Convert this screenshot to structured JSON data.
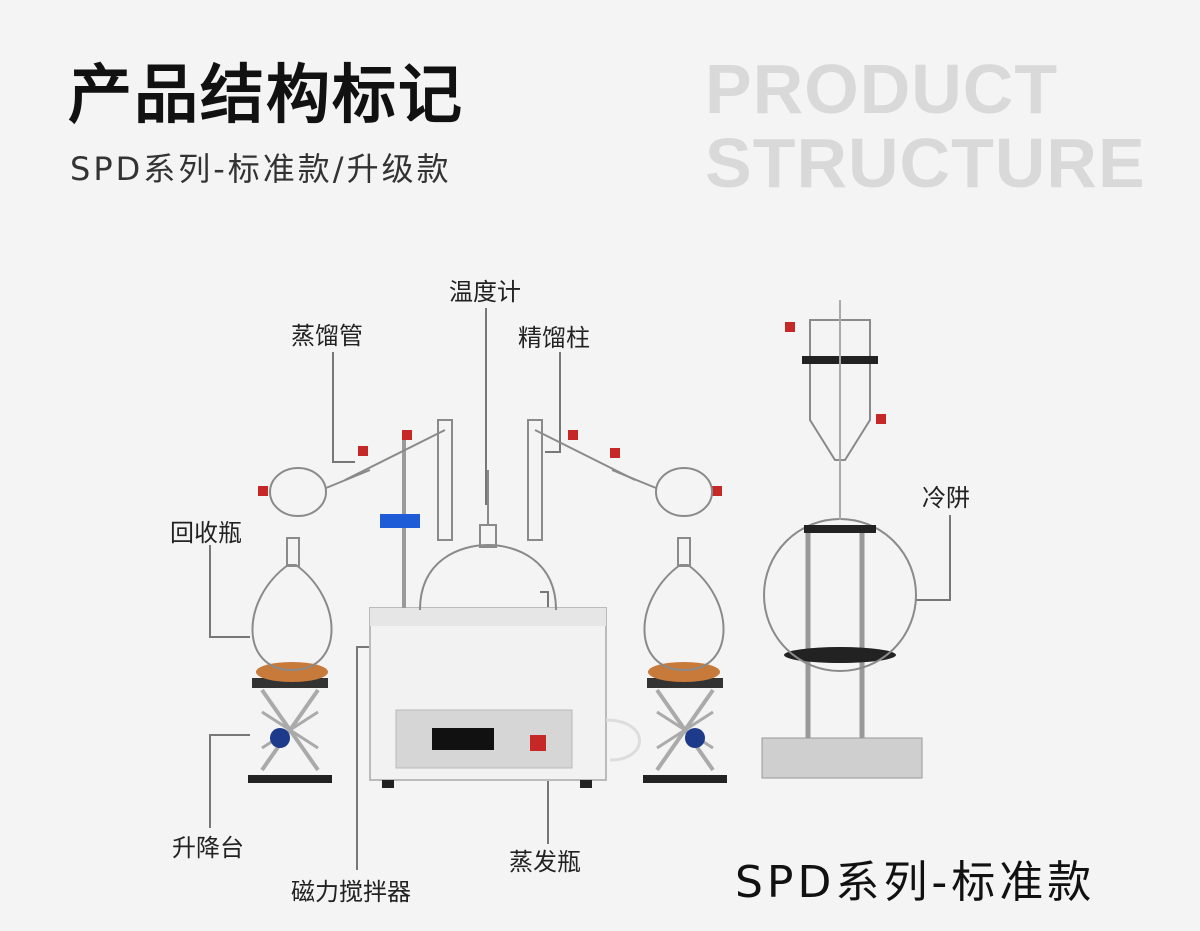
{
  "header": {
    "title_cn": "产品结构标记",
    "subtitle": "SPD系列-标准款/升级款",
    "title_en_line1": "PRODUCT",
    "title_en_line2": "STRUCTURE"
  },
  "labels": {
    "distill_tube": "蒸馏管",
    "thermometer": "温度计",
    "column": "精馏柱",
    "receiver": "回收瓶",
    "cold_trap": "冷阱",
    "lift": "升降台",
    "stirrer": "磁力搅拌器",
    "flask": "蒸发瓶"
  },
  "model": "SPD系列-标准款",
  "colors": {
    "accent_red": "#c62828",
    "glass": "#8a8a8a",
    "cork": "#c87a3a",
    "blue_clamp": "#1e5bd6",
    "steel": "#9a9a9a"
  }
}
